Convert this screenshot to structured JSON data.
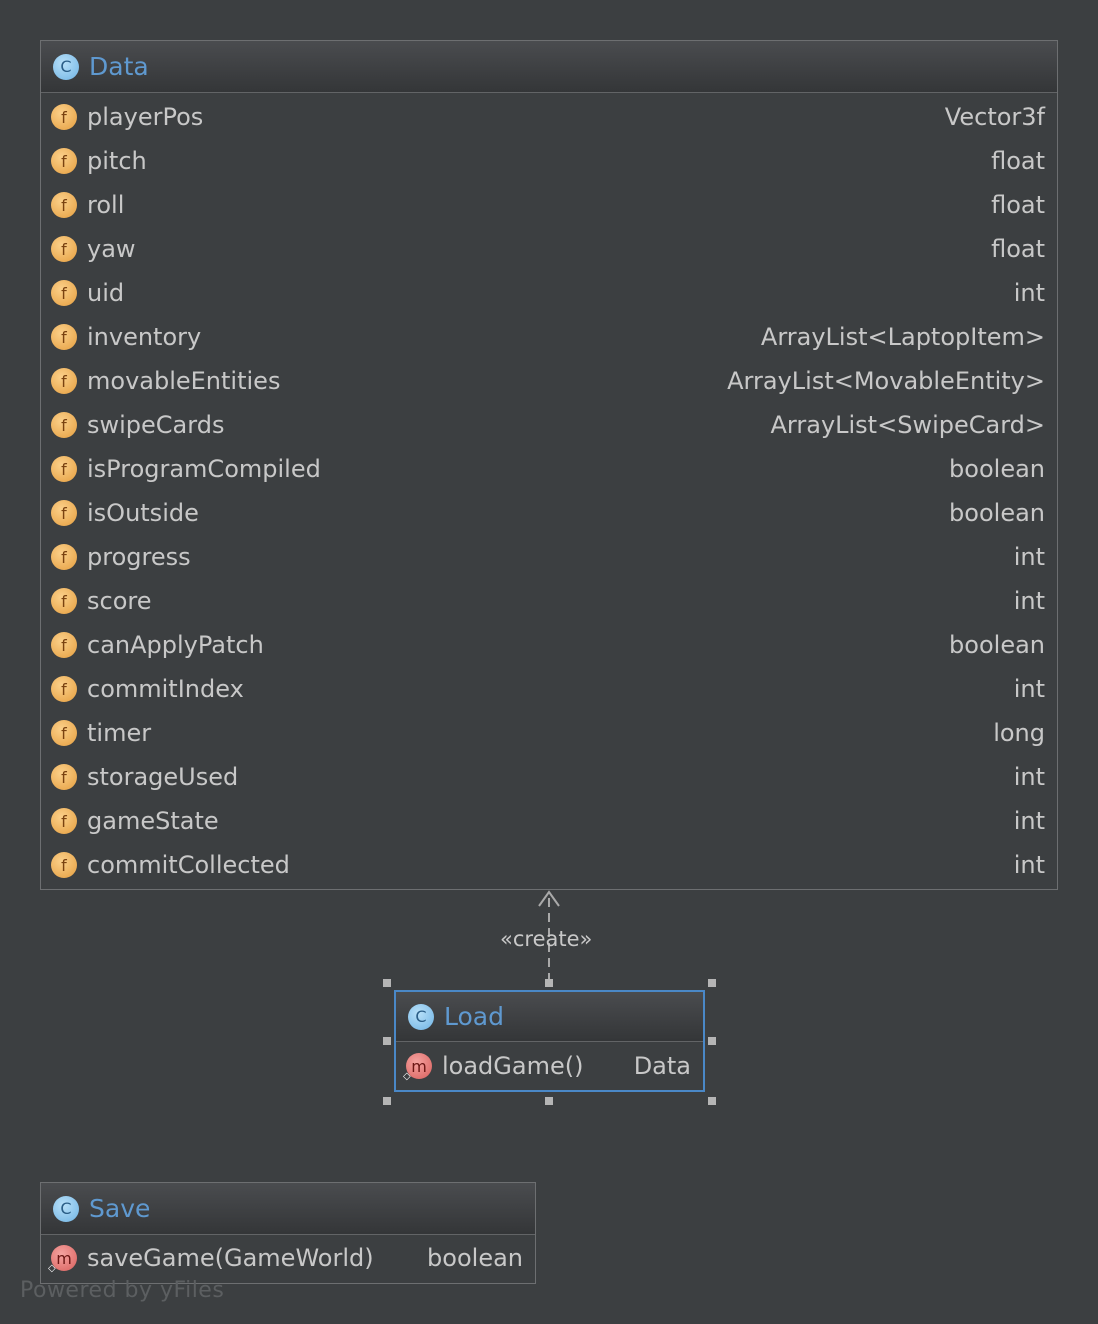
{
  "classes": {
    "data": {
      "name": "Data",
      "kind_badge": "C",
      "fields": [
        {
          "name": "playerPos",
          "type": "Vector3f"
        },
        {
          "name": "pitch",
          "type": "float"
        },
        {
          "name": "roll",
          "type": "float"
        },
        {
          "name": "yaw",
          "type": "float"
        },
        {
          "name": "uid",
          "type": "int"
        },
        {
          "name": "inventory",
          "type": "ArrayList<LaptopItem>"
        },
        {
          "name": "movableEntities",
          "type": "ArrayList<MovableEntity>"
        },
        {
          "name": "swipeCards",
          "type": "ArrayList<SwipeCard>"
        },
        {
          "name": "isProgramCompiled",
          "type": "boolean"
        },
        {
          "name": "isOutside",
          "type": "boolean"
        },
        {
          "name": "progress",
          "type": "int"
        },
        {
          "name": "score",
          "type": "int"
        },
        {
          "name": "canApplyPatch",
          "type": "boolean"
        },
        {
          "name": "commitIndex",
          "type": "int"
        },
        {
          "name": "timer",
          "type": "long"
        },
        {
          "name": "storageUsed",
          "type": "int"
        },
        {
          "name": "gameState",
          "type": "int"
        },
        {
          "name": "commitCollected",
          "type": "int"
        }
      ]
    },
    "load": {
      "name": "Load",
      "kind_badge": "C",
      "methods": [
        {
          "name": "loadGame()",
          "type": "Data"
        }
      ]
    },
    "save": {
      "name": "Save",
      "kind_badge": "C",
      "methods": [
        {
          "name": "saveGame(GameWorld)",
          "type": "boolean"
        }
      ]
    }
  },
  "badges": {
    "field": "f",
    "method": "m"
  },
  "edges": [
    {
      "from": "Load",
      "to": "Data",
      "label": "«create»",
      "style": "dashed",
      "arrow": "open"
    }
  ],
  "watermark": "Powered by yFiles",
  "colors": {
    "background": "#3c3f41",
    "class_name": "#5f99d0",
    "text": "#c8c8c8",
    "selection": "#4a88c7"
  }
}
